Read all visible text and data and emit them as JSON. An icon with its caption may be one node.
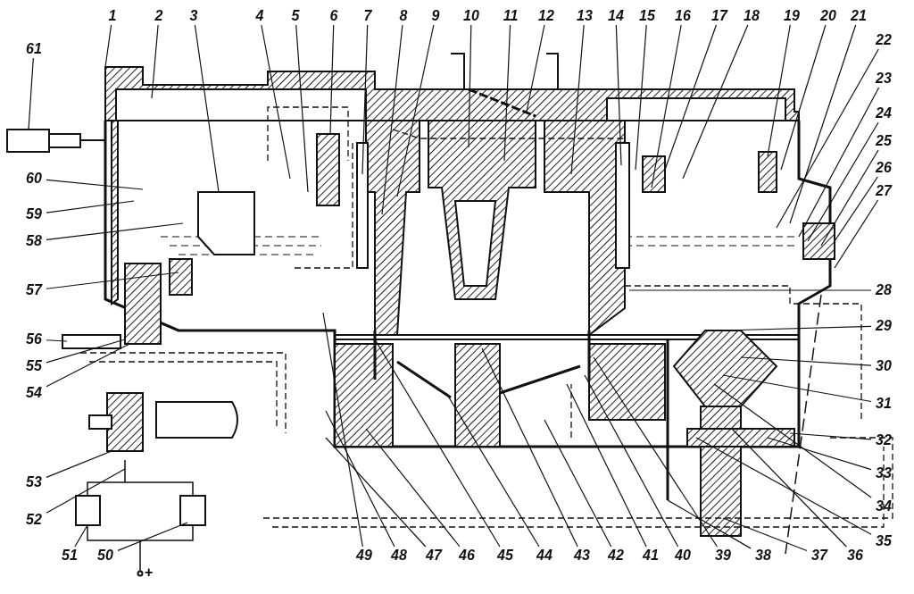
{
  "diagram": {
    "nodes": [
      {
        "text": [
          "1"
        ]
      },
      {
        "text": [
          "2"
        ]
      },
      {
        "text": [
          "3"
        ]
      },
      {
        "text": [
          "4"
        ]
      },
      {
        "text": [
          "5"
        ]
      },
      {
        "text": [
          "6"
        ]
      },
      {
        "text": [
          "7"
        ]
      },
      {
        "text": [
          "8"
        ]
      },
      {
        "text": [
          "9"
        ]
      },
      {
        "text": [
          "10"
        ]
      },
      {
        "text": [
          "11"
        ]
      },
      {
        "text": [
          "12"
        ]
      },
      {
        "text": [
          "13"
        ]
      },
      {
        "text": [
          "14"
        ]
      },
      {
        "text": [
          "15"
        ]
      },
      {
        "text": [
          "16"
        ]
      },
      {
        "text": [
          "17"
        ]
      },
      {
        "text": [
          "18"
        ]
      },
      {
        "text": [
          "19"
        ]
      },
      {
        "text": [
          "20"
        ]
      },
      {
        "text": [
          "21"
        ]
      },
      {
        "text": [
          "22"
        ]
      },
      {
        "text": [
          "23"
        ]
      },
      {
        "text": [
          "24"
        ]
      },
      {
        "text": [
          "25"
        ]
      },
      {
        "text": [
          "26"
        ]
      },
      {
        "text": [
          "27"
        ]
      },
      {
        "text": [
          "28"
        ]
      },
      {
        "text": [
          "29"
        ]
      },
      {
        "text": [
          "30"
        ]
      },
      {
        "text": [
          "31"
        ]
      },
      {
        "text": [
          "32"
        ]
      },
      {
        "text": [
          "33"
        ]
      },
      {
        "text": [
          "34"
        ]
      },
      {
        "text": [
          "35"
        ]
      },
      {
        "text": [
          "36"
        ]
      },
      {
        "text": [
          "37"
        ]
      },
      {
        "text": [
          "38"
        ]
      },
      {
        "text": [
          "39"
        ]
      },
      {
        "text": [
          "40"
        ]
      },
      {
        "text": [
          "41"
        ]
      },
      {
        "text": [
          "42"
        ]
      },
      {
        "text": [
          "43"
        ]
      },
      {
        "text": [
          "44"
        ]
      },
      {
        "text": [
          "45"
        ]
      },
      {
        "text": [
          "46"
        ]
      },
      {
        "text": [
          "47"
        ]
      },
      {
        "text": [
          "48"
        ]
      },
      {
        "text": [
          "49"
        ]
      },
      {
        "text": [
          "50"
        ]
      },
      {
        "text": [
          "51"
        ]
      },
      {
        "text": [
          "52"
        ]
      },
      {
        "text": [
          "53"
        ]
      },
      {
        "text": [
          "54"
        ]
      },
      {
        "text": [
          "55"
        ]
      },
      {
        "text": [
          "56"
        ]
      },
      {
        "text": [
          "57"
        ]
      },
      {
        "text": [
          "58"
        ]
      },
      {
        "text": [
          "59"
        ]
      },
      {
        "text": [
          "60"
        ]
      },
      {
        "text": [
          "61"
        ]
      }
    ],
    "edges": [
      {
        "from": 0,
        "to": null,
        "arrow": "none"
      },
      {
        "from": 1,
        "to": null,
        "arrow": "none"
      },
      {
        "from": 2,
        "to": null,
        "arrow": "none"
      },
      {
        "from": 3,
        "to": null,
        "arrow": "none"
      },
      {
        "from": 4,
        "to": null,
        "arrow": "none"
      },
      {
        "from": 5,
        "to": null,
        "arrow": "none"
      },
      {
        "from": 6,
        "to": null,
        "arrow": "none"
      },
      {
        "from": 7,
        "to": null,
        "arrow": "none"
      },
      {
        "from": 8,
        "to": null,
        "arrow": "none"
      },
      {
        "from": 9,
        "to": null,
        "arrow": "none"
      },
      {
        "from": 10,
        "to": null,
        "arrow": "none"
      },
      {
        "from": 11,
        "to": null,
        "arrow": "none"
      },
      {
        "from": 12,
        "to": null,
        "arrow": "none"
      },
      {
        "from": 13,
        "to": null,
        "arrow": "none"
      },
      {
        "from": 14,
        "to": null,
        "arrow": "none"
      },
      {
        "from": 15,
        "to": null,
        "arrow": "none"
      },
      {
        "from": 16,
        "to": null,
        "arrow": "none"
      },
      {
        "from": 17,
        "to": null,
        "arrow": "none"
      },
      {
        "from": 18,
        "to": null,
        "arrow": "none"
      },
      {
        "from": 19,
        "to": null,
        "arrow": "none"
      },
      {
        "from": 20,
        "to": null,
        "arrow": "none"
      },
      {
        "from": 21,
        "to": null,
        "arrow": "none"
      },
      {
        "from": 22,
        "to": null,
        "arrow": "none"
      },
      {
        "from": 23,
        "to": null,
        "arrow": "none"
      },
      {
        "from": 24,
        "to": null,
        "arrow": "none"
      },
      {
        "from": 25,
        "to": null,
        "arrow": "none"
      },
      {
        "from": 26,
        "to": null,
        "arrow": "none"
      },
      {
        "from": 27,
        "to": null,
        "arrow": "none"
      },
      {
        "from": 28,
        "to": null,
        "arrow": "none"
      },
      {
        "from": 29,
        "to": null,
        "arrow": "none"
      },
      {
        "from": 30,
        "to": null,
        "arrow": "none"
      },
      {
        "from": 31,
        "to": null,
        "arrow": "none"
      },
      {
        "from": 32,
        "to": null,
        "arrow": "none"
      },
      {
        "from": 33,
        "to": null,
        "arrow": "none"
      },
      {
        "from": 34,
        "to": null,
        "arrow": "none"
      },
      {
        "from": 35,
        "to": null,
        "arrow": "none"
      },
      {
        "from": 36,
        "to": null,
        "arrow": "none"
      },
      {
        "from": 37,
        "to": null,
        "arrow": "none"
      },
      {
        "from": 38,
        "to": null,
        "arrow": "none"
      },
      {
        "from": 39,
        "to": null,
        "arrow": "none"
      },
      {
        "from": 40,
        "to": null,
        "arrow": "none"
      },
      {
        "from": 41,
        "to": null,
        "arrow": "none"
      },
      {
        "from": 42,
        "to": null,
        "arrow": "none"
      },
      {
        "from": 43,
        "to": null,
        "arrow": "none"
      },
      {
        "from": 44,
        "to": null,
        "arrow": "none"
      },
      {
        "from": 45,
        "to": null,
        "arrow": "none"
      },
      {
        "from": 46,
        "to": null,
        "arrow": "none"
      },
      {
        "from": 47,
        "to": null,
        "arrow": "none"
      },
      {
        "from": 48,
        "to": null,
        "arrow": "none"
      },
      {
        "from": 49,
        "to": null,
        "arrow": "none"
      },
      {
        "from": 50,
        "to": null,
        "arrow": "none"
      },
      {
        "from": 51,
        "to": null,
        "arrow": "none"
      },
      {
        "from": 52,
        "to": null,
        "arrow": "none"
      },
      {
        "from": 53,
        "to": null,
        "arrow": "none"
      },
      {
        "from": 54,
        "to": null,
        "arrow": "none"
      },
      {
        "from": 55,
        "to": null,
        "arrow": "none"
      },
      {
        "from": 56,
        "to": null,
        "arrow": "none"
      },
      {
        "from": 57,
        "to": null,
        "arrow": "none"
      },
      {
        "from": 58,
        "to": null,
        "arrow": "none"
      },
      {
        "from": 59,
        "to": null,
        "arrow": "none"
      },
      {
        "from": 60,
        "to": null,
        "arrow": "none"
      }
    ],
    "labels": [
      "+"
    ]
  }
}
